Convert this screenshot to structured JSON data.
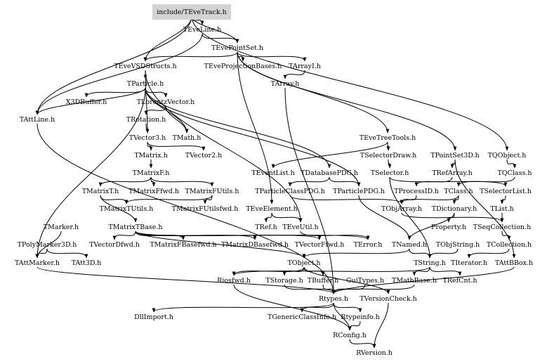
{
  "root": "include/TEveTrack.h",
  "headers": [
    "TEveLine.h",
    "TEvePointSet.h",
    "TEveVSDStructs.h",
    "TEveProjectionBases.h",
    "TArrayI.h",
    "TArray.h",
    "TParticle.h",
    "X3DBuffer.h",
    "TLorentzVector.h",
    "TAttLine.h",
    "TRotation.h",
    "TVector3.h",
    "TMath.h",
    "TEveTreeTools.h",
    "TMatrix.h",
    "TVector2.h",
    "TSelectorDraw.h",
    "TPointSet3D.h",
    "TQObject.h",
    "TMatrixF.h",
    "TEventList.h",
    "TDatabasePDG.h",
    "TSelector.h",
    "TRefArray.h",
    "TQClass.h",
    "TMatrixT.h",
    "TMatrixFfwd.h",
    "TMatrixFUtils.h",
    "TParticleClassPDG.h",
    "TParticlePDG.h",
    "TProcessID.h",
    "TClass.h",
    "TSelectorList.h",
    "TMatrixTUtils.h",
    "TMatrixFUtilsfwd.h",
    "TObjArray.h",
    "TEveElement.h",
    "TDictionary.h",
    "TList.h",
    "TMatrixTBase.h",
    "TRef.h",
    "TEveUtil.h",
    "Property.h",
    "TSeqCollection.h",
    "TMarker.h",
    "TPolyMarker3D.h",
    "TVectorDfwd.h",
    "TMatrixFBasefwd.h",
    "TMatrixDBasefwd.h",
    "TVectorFfwd.h",
    "TError.h",
    "TNamed.h",
    "TObjString.h",
    "TCollection.h",
    "TAttMarker.h",
    "TAtt3D.h",
    "TObject.h",
    "TString.h",
    "TIterator.h",
    "TAttBBox.h",
    "Riosfwd.h",
    "TStorage.h",
    "TBuffer.h",
    "GuiTypes.h",
    "TMathBase.h",
    "TRefCnt.h",
    "Rtypes.h",
    "TVersionCheck.h",
    "DllImport.h",
    "TGenericClassInfo.h",
    "Rtypeinfo.h",
    "RConfig.h",
    "RVersion.h"
  ],
  "colors": {
    "edge": "#000000",
    "root_fill": "#d3d3d3",
    "text": "#000000",
    "background": "#ffffff"
  }
}
